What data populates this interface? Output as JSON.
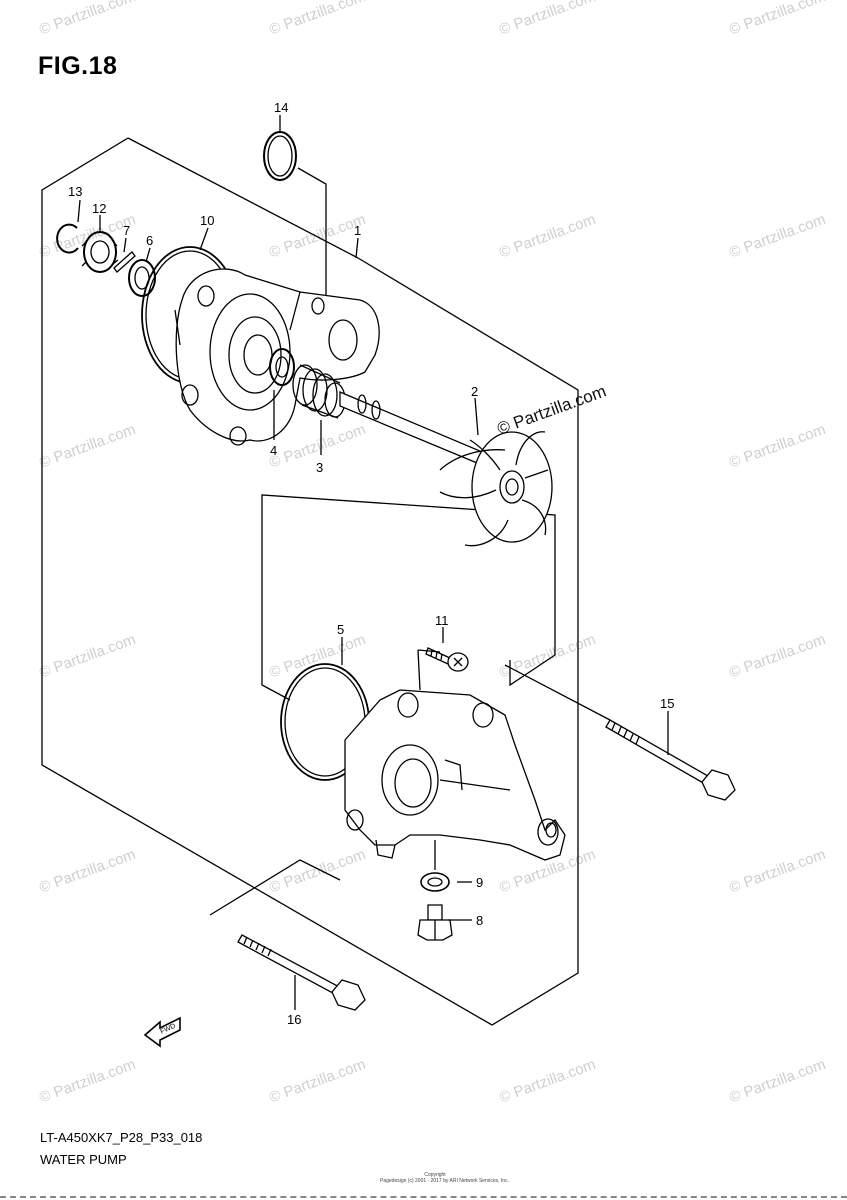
{
  "figure": {
    "title": "FIG.18",
    "model_code": "LT-A450XK7_P28_P33_018",
    "name": "WATER PUMP"
  },
  "watermark": {
    "text": "© Partzilla.com",
    "prominent_text": "© Partzilla.com",
    "color": "#cfcfcf"
  },
  "copyright": {
    "line1": "Copyright",
    "line2": "Pagedesign (c) 2001 - 2017 by ARI Network Services, Inc."
  },
  "callouts": [
    {
      "id": "1",
      "part": "pump-body"
    },
    {
      "id": "2",
      "part": "impeller"
    },
    {
      "id": "3",
      "part": "mechanical-seal"
    },
    {
      "id": "4",
      "part": "oil-seal"
    },
    {
      "id": "5",
      "part": "o-ring-cover"
    },
    {
      "id": "6",
      "part": "washer"
    },
    {
      "id": "7",
      "part": "pin"
    },
    {
      "id": "8",
      "part": "drain-plug"
    },
    {
      "id": "9",
      "part": "gasket"
    },
    {
      "id": "10",
      "part": "o-ring-body"
    },
    {
      "id": "11",
      "part": "screw"
    },
    {
      "id": "12",
      "part": "gear"
    },
    {
      "id": "13",
      "part": "circlip"
    },
    {
      "id": "14",
      "part": "o-ring-top"
    },
    {
      "id": "15",
      "part": "bolt-upper"
    },
    {
      "id": "16",
      "part": "bolt-lower"
    }
  ],
  "fwd_label": "FWD"
}
